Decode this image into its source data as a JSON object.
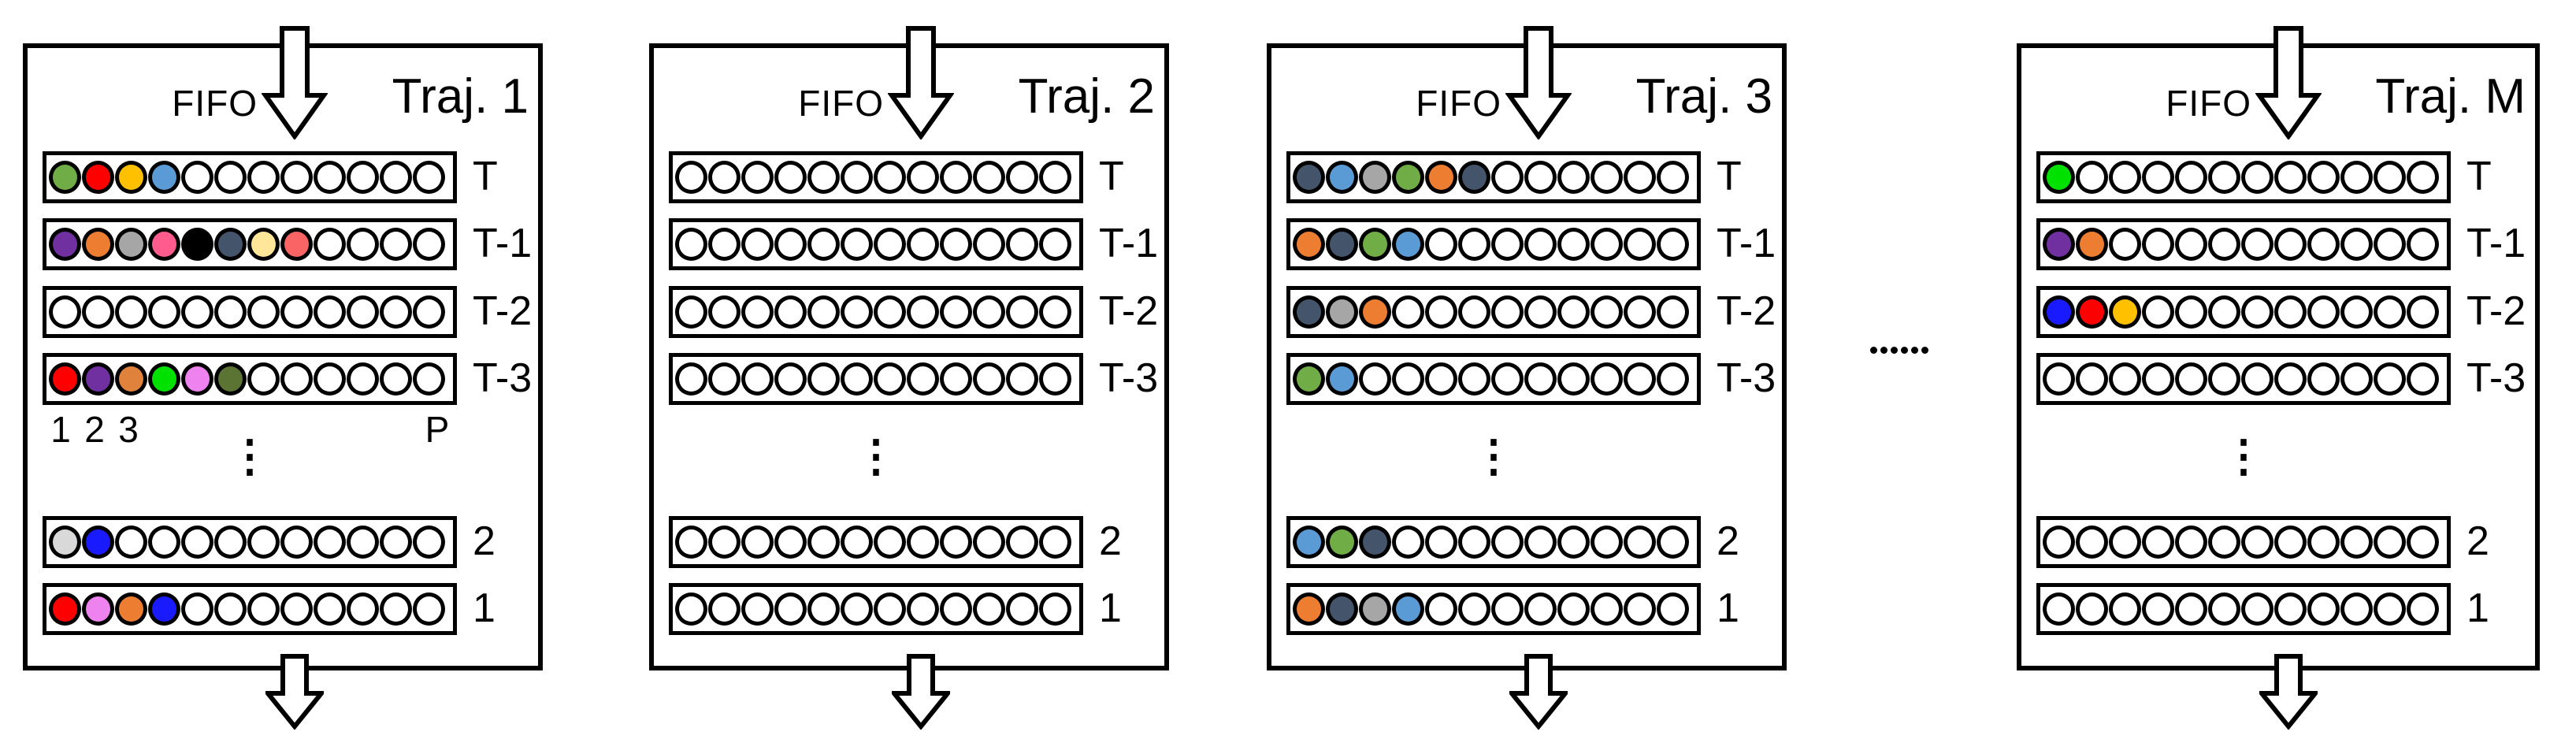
{
  "fifo_label": "FIFO",
  "slots_per_row": 12,
  "row_labels": [
    "T",
    "T-1",
    "T-2",
    "T-3",
    "2",
    "1"
  ],
  "position_labels": [
    "1",
    "2",
    "3",
    "P"
  ],
  "vertical_ellipsis": "⋮",
  "separator_dot_count": 6,
  "colors": {
    "outline": "#000000",
    "empty_fill": "#ffffff"
  },
  "trajectories": [
    {
      "title": "Traj. 1",
      "show_position_labels": true,
      "rows": [
        [
          "#70ad47",
          "#ff0000",
          "#ffc000",
          "#5b9bd5"
        ],
        [
          "#7030a0",
          "#ed7d31",
          "#a6a6a6",
          "#ff5c8d",
          "#000000",
          "#44546a",
          "#ffe699",
          "#fa6464"
        ],
        [],
        [
          "#ff0000",
          "#7030a0",
          "#e0813c",
          "#00e100",
          "#ee82ee",
          "#5b7434"
        ],
        [
          "#d9d9d9",
          "#1a1aff"
        ],
        [
          "#ff0000",
          "#ee82ee",
          "#ed7d31",
          "#1a1aff"
        ]
      ]
    },
    {
      "title": "Traj. 2",
      "show_position_labels": false,
      "rows": [
        [],
        [],
        [],
        [],
        [],
        []
      ]
    },
    {
      "title": "Traj. 3",
      "show_position_labels": false,
      "rows": [
        [
          "#44546a",
          "#5b9bd5",
          "#a6a6a6",
          "#70ad47",
          "#ed7d31",
          "#44546a"
        ],
        [
          "#ed7d31",
          "#44546a",
          "#70ad47",
          "#5b9bd5"
        ],
        [
          "#44546a",
          "#a6a6a6",
          "#ed7d31"
        ],
        [
          "#70ad47",
          "#5b9bd5"
        ],
        [
          "#5b9bd5",
          "#70ad47",
          "#44546a"
        ],
        [
          "#ed7d31",
          "#44546a",
          "#a6a6a6",
          "#5b9bd5"
        ]
      ]
    },
    {
      "title": "Traj. M",
      "show_position_labels": false,
      "rows": [
        [
          "#00e100"
        ],
        [
          "#7030a0",
          "#ed7d31"
        ],
        [
          "#1a1aff",
          "#ff0000",
          "#ffc000"
        ],
        [],
        [],
        []
      ]
    }
  ]
}
